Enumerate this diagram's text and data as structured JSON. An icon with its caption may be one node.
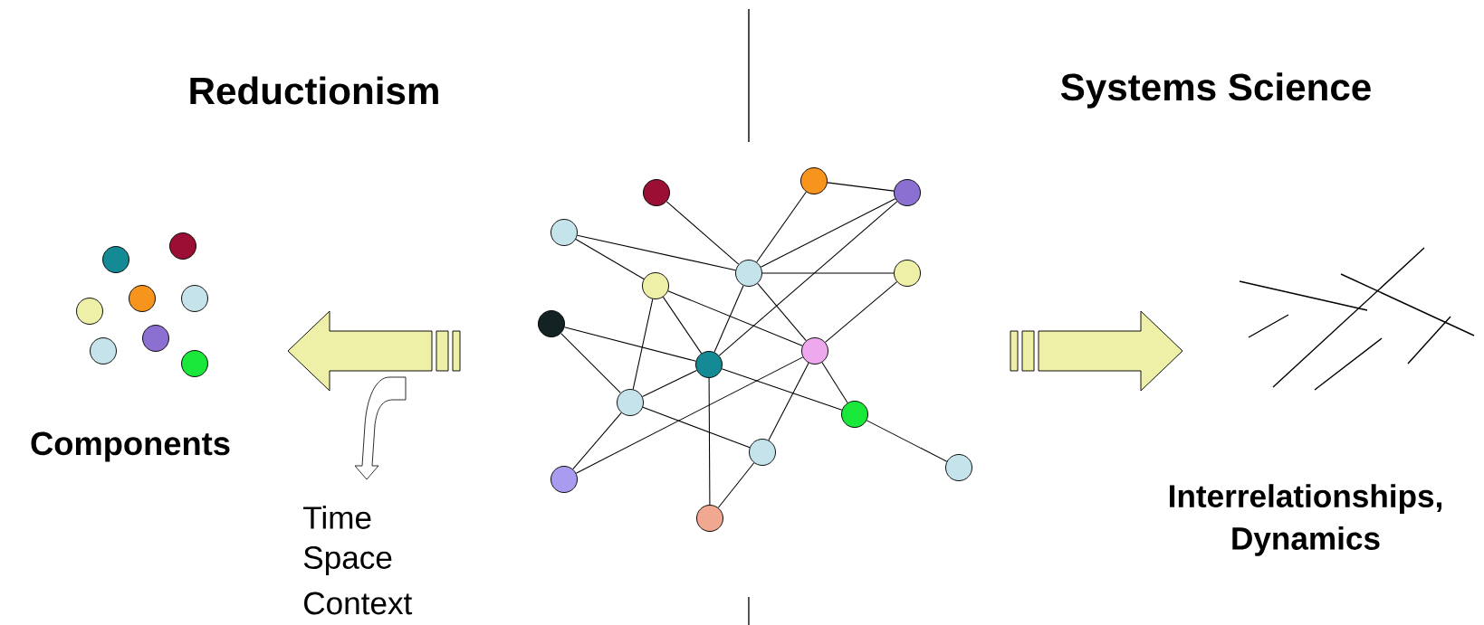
{
  "diagram": {
    "nodes": [
      {
        "text": [],
        "shape": "circle"
      },
      {
        "text": [],
        "shape": "circle"
      },
      {
        "text": [],
        "shape": "circle"
      },
      {
        "text": [],
        "shape": "circle"
      },
      {
        "text": [],
        "shape": "circle"
      },
      {
        "text": [],
        "shape": "circle"
      },
      {
        "text": [],
        "shape": "circle"
      },
      {
        "text": [],
        "shape": "circle"
      },
      {
        "text": [],
        "shape": "circle"
      },
      {
        "text": [],
        "shape": "circle"
      },
      {
        "text": [],
        "shape": "circle"
      },
      {
        "text": [],
        "shape": "circle"
      },
      {
        "text": [],
        "shape": "circle"
      },
      {
        "text": [],
        "shape": "circle"
      },
      {
        "text": [],
        "shape": "circle"
      },
      {
        "text": [],
        "shape": "circle"
      }
    ],
    "edges": [
      {
        "from": 0,
        "to": 4,
        "arrow": "none"
      },
      {
        "from": 1,
        "to": 2,
        "arrow": "none"
      },
      {
        "from": 1,
        "to": 4,
        "arrow": "none"
      },
      {
        "from": 4,
        "to": 2,
        "arrow": "none"
      },
      {
        "from": 2,
        "to": 8,
        "arrow": "none"
      },
      {
        "from": 3,
        "to": 4,
        "arrow": "none"
      },
      {
        "from": 3,
        "to": 6,
        "arrow": "none"
      },
      {
        "from": 6,
        "to": 9,
        "arrow": "none"
      },
      {
        "from": 4,
        "to": 5,
        "arrow": "none"
      },
      {
        "from": 4,
        "to": 8,
        "arrow": "none"
      },
      {
        "from": 4,
        "to": 9,
        "arrow": "none"
      },
      {
        "from": 9,
        "to": 11,
        "arrow": "none"
      },
      {
        "from": 5,
        "to": 9,
        "arrow": "none"
      },
      {
        "from": 6,
        "to": 10,
        "arrow": "none"
      },
      {
        "from": 6,
        "to": 8,
        "arrow": "none"
      },
      {
        "from": 7,
        "to": 8,
        "arrow": "none"
      },
      {
        "from": 7,
        "to": 10,
        "arrow": "none"
      },
      {
        "from": 10,
        "to": 8,
        "arrow": "none"
      },
      {
        "from": 8,
        "to": 11,
        "arrow": "none"
      },
      {
        "from": 8,
        "to": 15,
        "arrow": "none"
      },
      {
        "from": 9,
        "to": 14,
        "arrow": "none"
      },
      {
        "from": 9,
        "to": 12,
        "arrow": "none"
      },
      {
        "from": 10,
        "to": 12,
        "arrow": "none"
      },
      {
        "from": 10,
        "to": 14,
        "arrow": "none"
      },
      {
        "from": 11,
        "to": 13,
        "arrow": "none"
      },
      {
        "from": 12,
        "to": 15,
        "arrow": "none"
      }
    ],
    "labels": [
      "Reductionism",
      "Systems Science",
      "Components",
      "Time",
      "Space",
      "Context",
      "Interrelationships, Dynamics"
    ]
  }
}
